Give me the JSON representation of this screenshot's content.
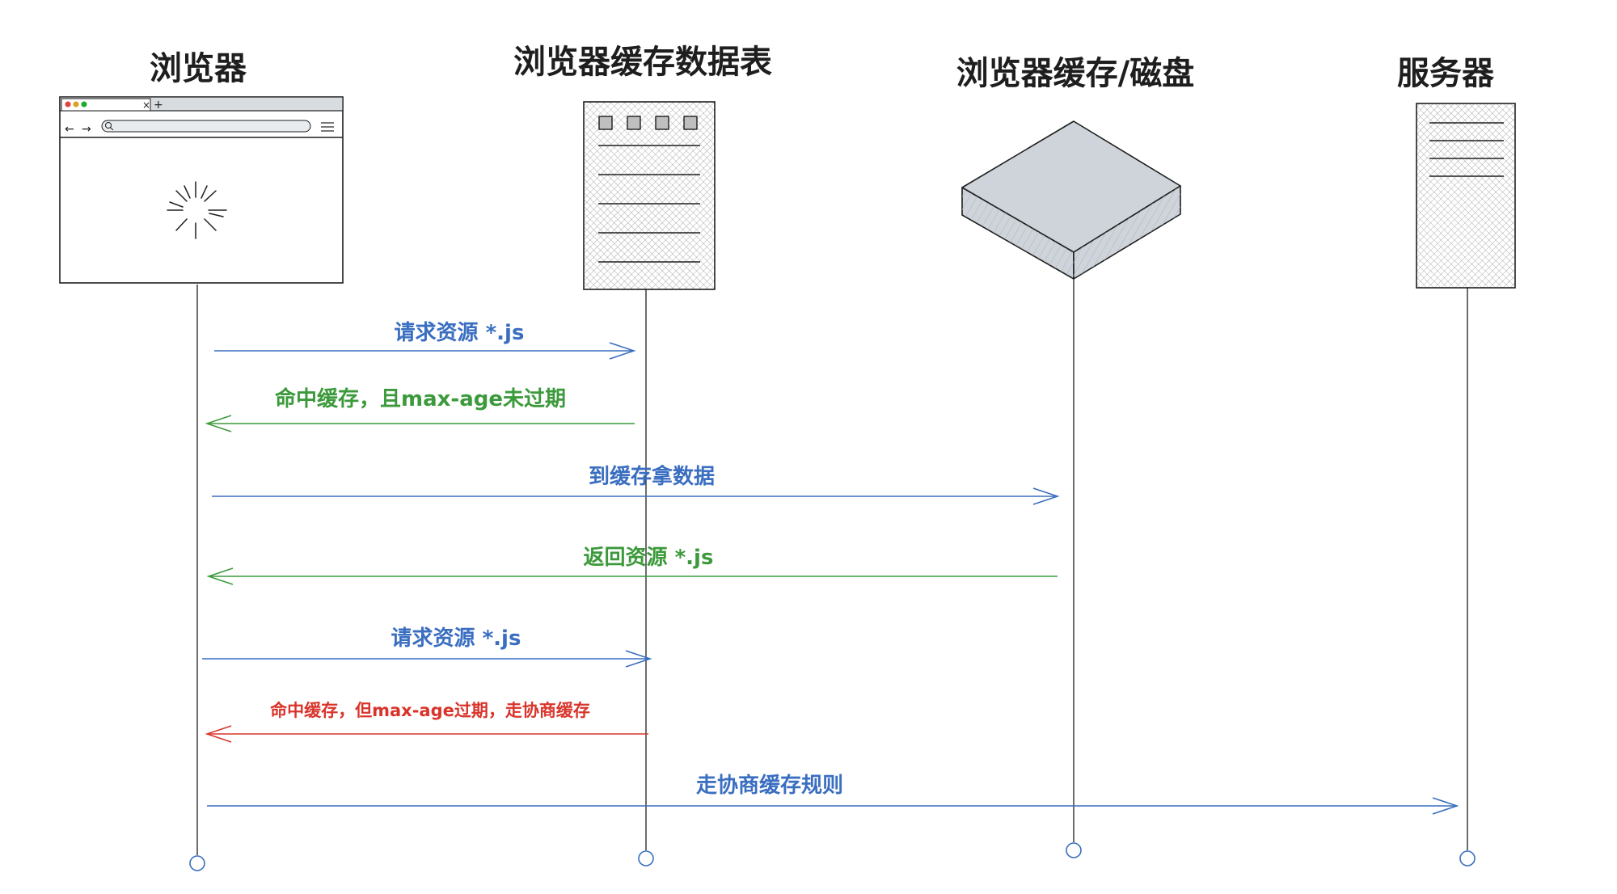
{
  "actors": {
    "browser": {
      "title": "浏览器"
    },
    "cache_table": {
      "title": "浏览器缓存数据表"
    },
    "cache_disk": {
      "title": "浏览器缓存/磁盘"
    },
    "server": {
      "title": "服务器"
    }
  },
  "messages": [
    {
      "label": "请求资源 *.js",
      "from": "browser",
      "to": "cache_table",
      "color": "#3a6ec0"
    },
    {
      "label": "命中缓存，且max-age未过期",
      "from": "cache_table",
      "to": "browser",
      "color": "#3c9a3c"
    },
    {
      "label": "到缓存拿数据",
      "from": "browser",
      "to": "cache_disk",
      "color": "#3a6ec0"
    },
    {
      "label": "返回资源 *.js",
      "from": "cache_disk",
      "to": "browser",
      "color": "#3c9a3c"
    },
    {
      "label": "请求资源 *.js",
      "from": "browser",
      "to": "cache_table",
      "color": "#3a6ec0"
    },
    {
      "label": "命中缓存，但max-age过期，走协商缓存",
      "from": "cache_table",
      "to": "browser",
      "color": "#d9342b"
    },
    {
      "label": "走协商缓存规则",
      "from": "browser",
      "to": "server",
      "color": "#3a6ec0"
    }
  ],
  "colors": {
    "ink": "#1e1e1e",
    "request": "#3a6ec0",
    "hit": "#3c9a3c",
    "expired": "#d9342b",
    "disk_fill": "#ced4da"
  }
}
